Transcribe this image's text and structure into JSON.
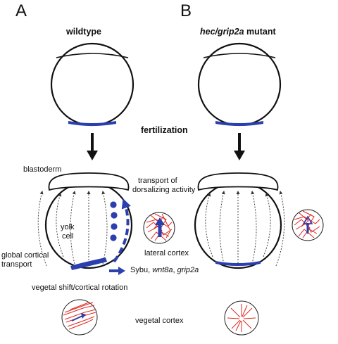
{
  "panels": {
    "a": {
      "letter": "A",
      "title": "wildtype"
    },
    "b": {
      "letter": "B",
      "title_italic": "hec/grip2a",
      "title_rest": " mutant"
    }
  },
  "labels": {
    "fertilization": "fertilization",
    "blastoderm": "blastoderm",
    "transport_line1": "transport of",
    "transport_line2": "dorsalizing activity",
    "yolk_line1": "yolk",
    "yolk_line2": "cell",
    "global_line1": "global cortical",
    "global_line2": "transport",
    "lateral_cortex": "lateral cortex",
    "sybu_prefix": "Sybu, ",
    "sybu_wnt8a": "wnt8a",
    "sybu_sep": ", ",
    "sybu_grip2a": "grip2a",
    "vegetal_shift": "vegetal shift/cortical rotation",
    "vegetal_cortex": "vegetal cortex"
  },
  "colors": {
    "cargo_blue": "#2b3fae",
    "microtubule_red": "#e0261f",
    "outline": "#111111"
  }
}
